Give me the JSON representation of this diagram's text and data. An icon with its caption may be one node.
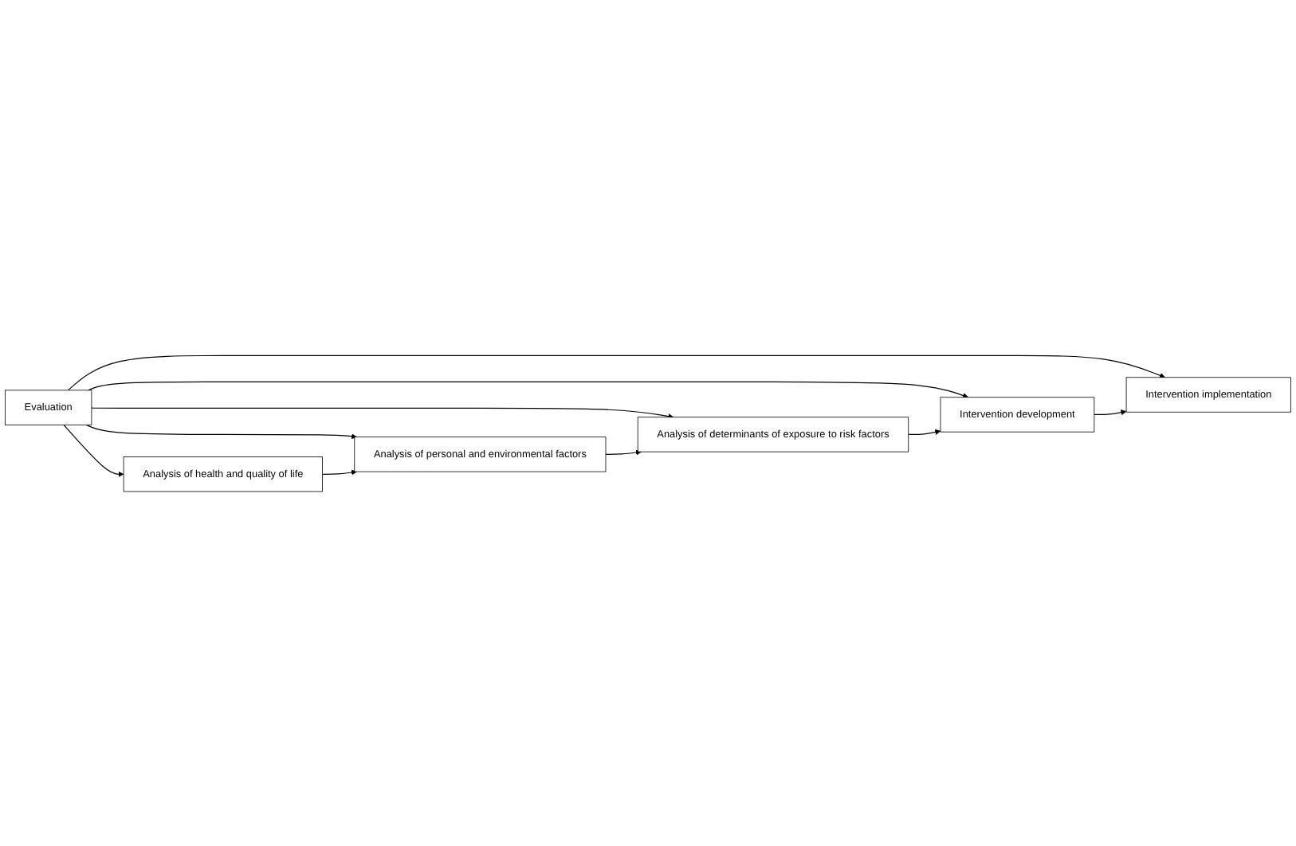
{
  "diagram": {
    "nodes": [
      {
        "text": [
          "Evaluation"
        ]
      },
      {
        "text": [
          "Analysis of health and quality of life"
        ]
      },
      {
        "text": [
          "Analysis of personal and environmental factors"
        ]
      },
      {
        "text": [
          "Analysis of determinants of exposure to risk factors"
        ]
      },
      {
        "text": [
          "Intervention development"
        ]
      },
      {
        "text": [
          "Intervention implementation"
        ]
      }
    ],
    "edges": [
      {
        "from": 0,
        "to": 1,
        "arrow": "to"
      },
      {
        "from": 0,
        "to": 2,
        "arrow": "to"
      },
      {
        "from": 0,
        "to": 3,
        "arrow": "to"
      },
      {
        "from": 0,
        "to": 4,
        "arrow": "to"
      },
      {
        "from": 0,
        "to": 5,
        "arrow": "to"
      },
      {
        "from": 1,
        "to": 2,
        "arrow": "to"
      },
      {
        "from": 2,
        "to": 3,
        "arrow": "to"
      },
      {
        "from": 3,
        "to": 4,
        "arrow": "to"
      },
      {
        "from": 4,
        "to": 5,
        "arrow": "to"
      }
    ]
  }
}
